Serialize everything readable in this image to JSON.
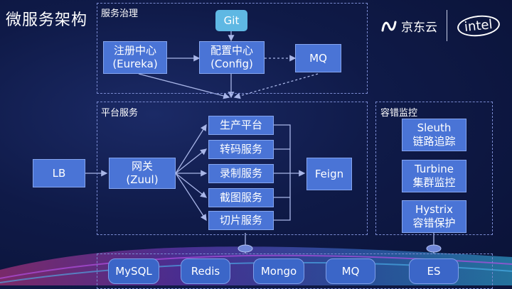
{
  "page_title": "微服务架构",
  "logos": {
    "jd": "京东云",
    "intel": "intel"
  },
  "regions": {
    "governance": {
      "label": "服务治理"
    },
    "platform": {
      "label": "平台服务"
    },
    "monitoring": {
      "label": "容错监控"
    }
  },
  "nodes": {
    "git": "Git",
    "eureka": "注册中心\n(Eureka)",
    "config": "配置中心\n(Config)",
    "mq_top": "MQ",
    "lb": "LB",
    "zuul": "网关\n(Zuul)",
    "services": [
      "生产平台",
      "转码服务",
      "录制服务",
      "截图服务",
      "切片服务"
    ],
    "feign": "Feign",
    "sleuth": "Sleuth\n链路追踪",
    "turbine": "Turbine\n集群监控",
    "hystrix": "Hystrix\n容错保护"
  },
  "storage": [
    "MySQL",
    "Redis",
    "Mongo",
    "MQ",
    "ES"
  ]
}
